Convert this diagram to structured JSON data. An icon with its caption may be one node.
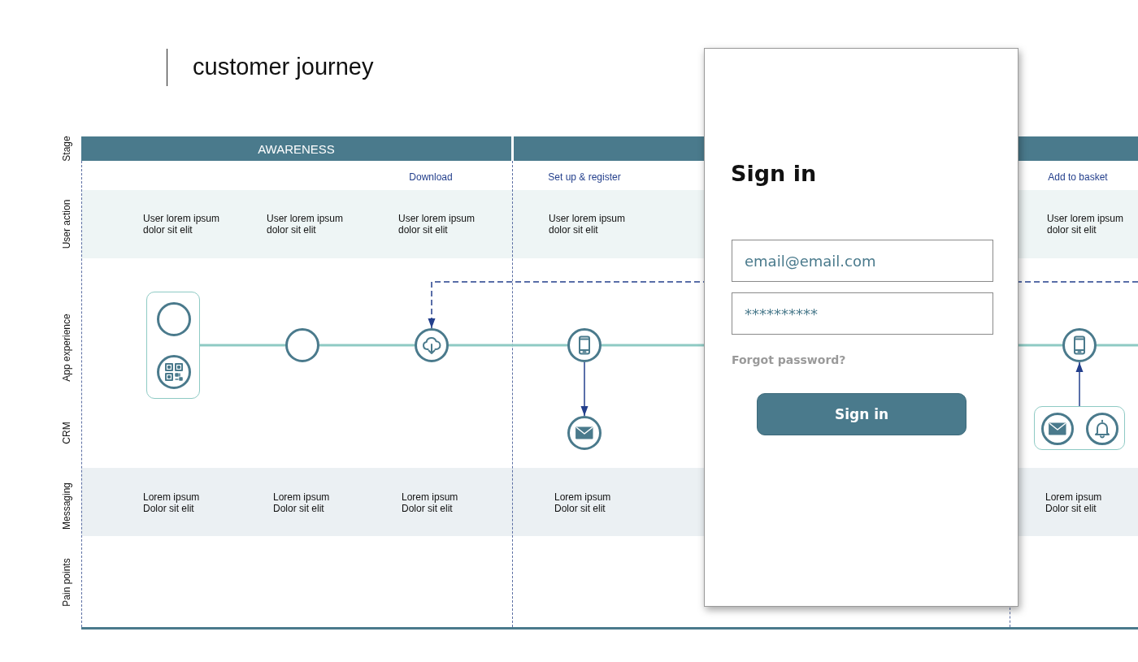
{
  "diagram": {
    "title": "customer journey",
    "nodes": [
      {
        "text": [
          "AWARENESS"
        ]
      },
      {
        "text": [],
        "shape": "bar"
      },
      {
        "text": [
          "User lorem ipsum dolor sit elit",
          "User lorem ipsum dolor sit elit",
          "User lorem ipsum dolor sit elit",
          "User lorem ipsum dolor sit elit",
          "User lorem ipsum dolor sit elit"
        ]
      },
      {
        "text": [],
        "shape": "box"
      },
      {
        "text": [],
        "shape": "circle",
        "in": 3
      },
      {
        "text": [],
        "shape": "circle",
        "in": 3
      },
      {
        "text": [],
        "shape": "circle"
      },
      {
        "text": [],
        "shape": "circle"
      },
      {
        "text": [],
        "shape": "circle"
      },
      {
        "text": [],
        "shape": "circle"
      },
      {
        "text": [],
        "shape": "circle"
      },
      {
        "text": [],
        "shape": "box"
      },
      {
        "text": [],
        "shape": "circle",
        "in": 11
      },
      {
        "text": [],
        "shape": "circle",
        "in": 11
      },
      {
        "text": [
          "Lorem ipsum Dolor sit elit",
          "Lorem ipsum Dolor sit elit",
          "Lorem ipsum Dolor sit elit",
          "Lorem ipsum Dolor sit elit",
          "Lorem ipsum Dolor sit elit"
        ]
      },
      {
        "text": [
          "Sign in",
          "Forgot password?"
        ]
      },
      {
        "text": [
          "email@email.com"
        ],
        "in": 15
      },
      {
        "text": [
          "**********"
        ],
        "in": 15
      },
      {
        "text": [
          "Sign in"
        ],
        "in": 15
      }
    ],
    "edges": [
      {
        "from": 3,
        "to": 6,
        "arrow": "none"
      },
      {
        "from": 6,
        "to": 7,
        "arrow": "none"
      },
      {
        "from": 7,
        "to": 8,
        "arrow": "none"
      },
      {
        "from": 8,
        "to": 10,
        "arrow": "none"
      },
      {
        "from": 10,
        "to": null,
        "arrow": "none"
      },
      {
        "from": null,
        "to": 7,
        "arrow": "to",
        "style": "dashed",
        "color": "#233f8c"
      },
      {
        "from": 8,
        "to": 9,
        "arrow": "to",
        "color": "#233f8c"
      },
      {
        "from": 11,
        "to": 10,
        "arrow": "to",
        "color": "#233f8c"
      }
    ],
    "labels": [
      "Stage",
      "Download",
      "Set up & register",
      "Add to basket",
      "User action",
      "App experience",
      "CRM",
      "Messaging",
      "Pain points"
    ]
  }
}
